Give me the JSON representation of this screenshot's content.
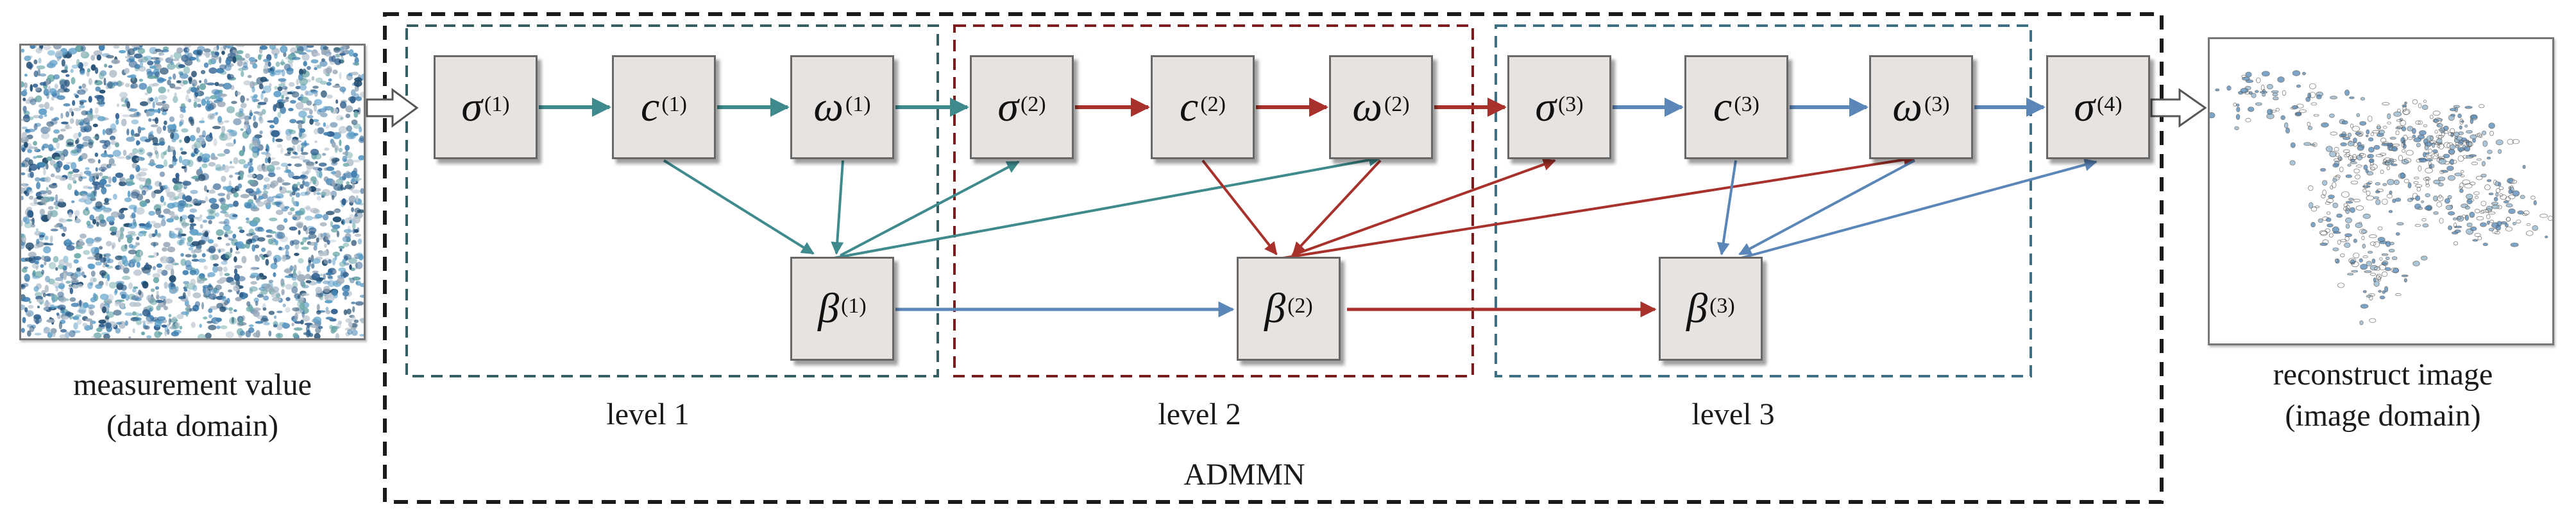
{
  "input": {
    "caption_line1": "measurement value",
    "caption_line2": "(data domain)"
  },
  "output": {
    "caption_line1": "reconstruct image",
    "caption_line2": "(image domain)"
  },
  "network": {
    "label": "ADMMN",
    "levels": [
      {
        "label": "level 1",
        "color": "#2f6b6e"
      },
      {
        "label": "level 2",
        "color": "#8a1f1f"
      },
      {
        "label": "level 3",
        "color": "#2e6f8a"
      }
    ]
  },
  "nodes": {
    "sigma1": {
      "symbol": "σ",
      "index": "(1)"
    },
    "c1": {
      "symbol": "c",
      "index": "(1)"
    },
    "omega1": {
      "symbol": "ω",
      "index": "(1)"
    },
    "sigma2": {
      "symbol": "σ",
      "index": "(2)"
    },
    "c2": {
      "symbol": "c",
      "index": "(2)"
    },
    "omega2": {
      "symbol": "ω",
      "index": "(2)"
    },
    "sigma3": {
      "symbol": "σ",
      "index": "(3)"
    },
    "c3": {
      "symbol": "c",
      "index": "(3)"
    },
    "omega3": {
      "symbol": "ω",
      "index": "(3)"
    },
    "sigma4": {
      "symbol": "σ",
      "index": "(4)"
    },
    "beta1": {
      "symbol": "β",
      "index": "(1)"
    },
    "beta2": {
      "symbol": "β",
      "index": "(2)"
    },
    "beta3": {
      "symbol": "β",
      "index": "(3)"
    }
  },
  "colors": {
    "teal_arrow": "#3e8a8c",
    "red_arrow": "#a8322b",
    "blue_arrow": "#5b86b8",
    "node_fill": "#e6e3e0",
    "outer_border": "#1a1a1a"
  }
}
